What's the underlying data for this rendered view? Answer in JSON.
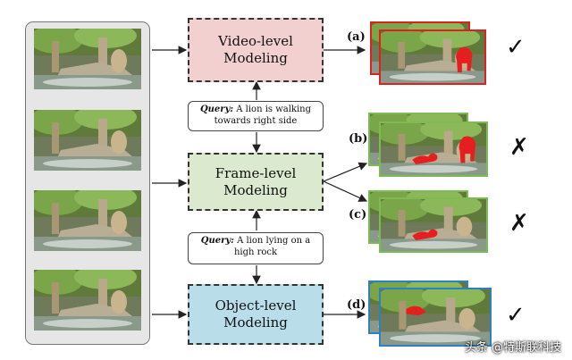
{
  "boxes": {
    "video": "Video-level Modeling",
    "frame": "Frame-level Modeling",
    "object": "Object-level Modeling"
  },
  "queries": [
    {
      "prefix": "Query:",
      "text": " A lion is walking towards right side"
    },
    {
      "prefix": "Query:",
      "text": " A lion lying on a high rock"
    }
  ],
  "results": [
    {
      "label": "(a)",
      "mark": "✓"
    },
    {
      "label": "(b)",
      "mark": "✗"
    },
    {
      "label": "(c)",
      "mark": "✗"
    },
    {
      "label": "(d)",
      "mark": "✓"
    }
  ],
  "watermark": "头条 @特斯联科技",
  "colors": {
    "video_box": "#f2d0d0",
    "frame_box": "#dbe9cf",
    "object_box": "#b9dde9",
    "red_border": "#e02020",
    "green_border": "#7dbb52",
    "blue_border": "#2f7fc3",
    "mask_red": "#e51f1f"
  }
}
